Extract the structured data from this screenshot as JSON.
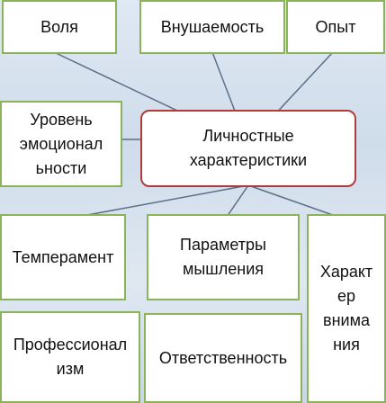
{
  "center": "Личностные\nхарактеристики",
  "top": [
    "Воля",
    "Внушаемость",
    "Опыт"
  ],
  "left": "Уровень\nэмоционал\nьности",
  "bottom": [
    "Темперамент",
    "Параметры\nмышления",
    "Характ\nер\nвнима\nния"
  ],
  "lower": [
    "Профессионал\nизм",
    "Ответственность"
  ],
  "colors": {
    "box_border": "#8ab35a",
    "center_border": "#b23a3a",
    "connector": "#5b6f86"
  }
}
